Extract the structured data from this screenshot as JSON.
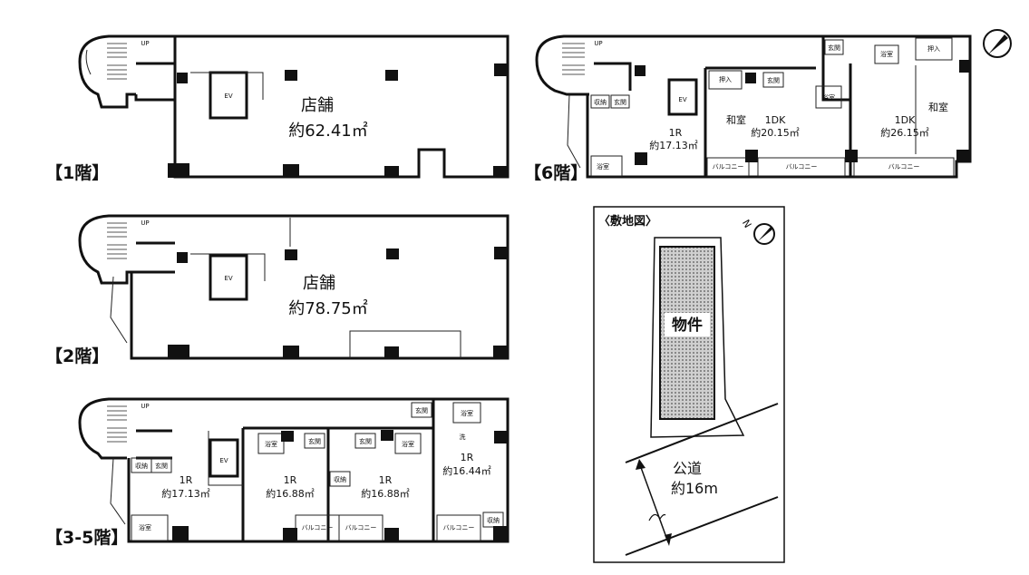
{
  "floors": {
    "f1": {
      "label": "【1階】",
      "shop_name": "店舗",
      "shop_area": "約62.41㎡",
      "ev": "EV"
    },
    "f2": {
      "label": "【2階】",
      "shop_name": "店舗",
      "shop_area": "約78.75㎡",
      "ev": "EV"
    },
    "f35": {
      "label": "【3-5階】",
      "ev": "EV",
      "units": [
        {
          "type": "1R",
          "area": "約17.13㎡"
        },
        {
          "type": "1R",
          "area": "約16.88㎡"
        },
        {
          "type": "1R",
          "area": "約16.88㎡"
        },
        {
          "type": "1R",
          "area": "約16.44㎡"
        }
      ],
      "small": {
        "storage": "収納",
        "entrance": "玄関",
        "bath": "浴室",
        "balcony": "バルコニー",
        "kitchen": "洗"
      }
    },
    "f6": {
      "label": "【6階】",
      "ev": "EV",
      "units": [
        {
          "type": "1R",
          "area": "約17.13㎡"
        },
        {
          "type": "1DK",
          "area": "約20.15㎡"
        },
        {
          "type": "1DK",
          "area": "約26.15㎡"
        }
      ],
      "washitsu": "和室",
      "small": {
        "storage": "収納",
        "entrance": "玄関",
        "bath": "浴室",
        "balcony": "バルコニー",
        "closet": "押入"
      }
    }
  },
  "site": {
    "title": "〈敷地図〉",
    "property": "物件",
    "road_name": "公道",
    "road_width": "約16m",
    "north": "N"
  },
  "stairs": {
    "up": "UP"
  }
}
